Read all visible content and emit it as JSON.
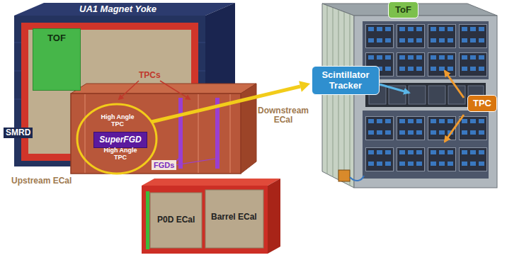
{
  "diagram": {
    "nodes": [
      {
        "text": [
          "TOF"
        ]
      },
      {
        "text": [
          "SuperFGD"
        ]
      },
      {
        "text": [
          "ToF"
        ]
      },
      {
        "text": [
          "Scintillator Tracker"
        ]
      },
      {
        "text": [
          "TPC"
        ]
      }
    ],
    "labels": [
      "UA1 Magnet Yoke",
      "TPCs",
      "Downstream ECal",
      "High Angle TPC",
      "SMRD",
      "High Angle TPC",
      "Upstream ECal",
      "FGDs",
      "P0D ECal",
      "Barrel ECal"
    ]
  }
}
